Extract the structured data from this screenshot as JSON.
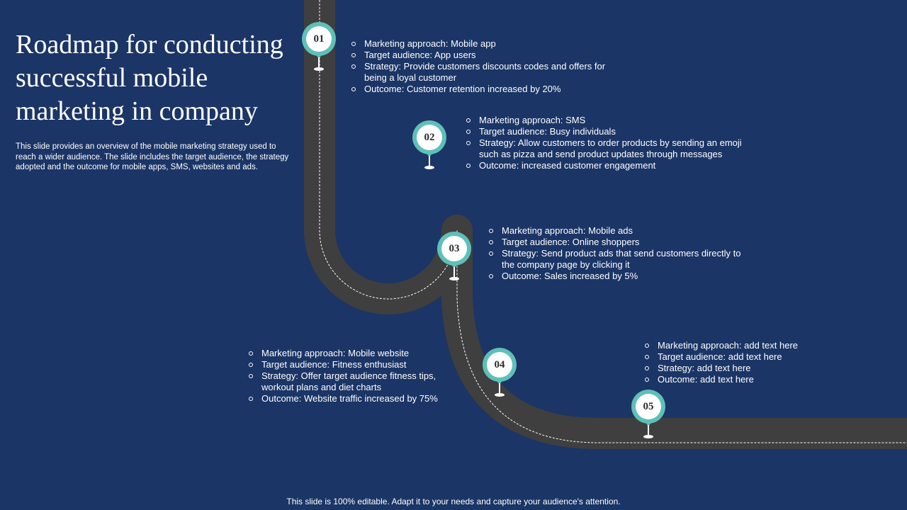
{
  "slide": {
    "title": "Roadmap for conducting successful mobile marketing in company",
    "description": "This slide provides an overview of the mobile marketing strategy used to reach a wider audience. The slide includes the target audience, the strategy adopted and the outcome for mobile apps, SMS, websites and ads.",
    "footer": "This slide is 100% editable. Adapt it to your needs and capture your audience's attention."
  },
  "colors": {
    "background": "#1b3566",
    "road": "#3f3f3f",
    "road_line": "#ffffff",
    "pin": "#5ec0b8"
  },
  "milestones": [
    {
      "number": "01",
      "points": [
        "Marketing approach: Mobile app",
        "Target audience: App users",
        "Strategy: Provide customers discounts codes and offers for being a loyal customer",
        "Outcome: Customer retention increased by 20%"
      ]
    },
    {
      "number": "02",
      "points": [
        "Marketing approach: SMS",
        "Target audience: Busy individuals",
        "Strategy: Allow customers to order products by sending an emoji such as pizza and send product updates through messages",
        "Outcome: increased customer engagement"
      ]
    },
    {
      "number": "03",
      "points": [
        "Marketing approach: Mobile ads",
        "Target audience: Online shoppers",
        "Strategy: Send product ads that send customers directly to the company page by clicking it",
        "Outcome: Sales increased by 5%"
      ]
    },
    {
      "number": "04",
      "points": [
        "Marketing approach: Mobile website",
        "Target audience: Fitness enthusiast",
        "Strategy: Offer target audience fitness tips, workout plans and diet charts",
        "Outcome: Website traffic increased by 75%"
      ]
    },
    {
      "number": "05",
      "points": [
        "Marketing approach: add text here",
        "Target audience: add text here",
        "Strategy: add text here",
        "Outcome: add text here"
      ]
    }
  ]
}
